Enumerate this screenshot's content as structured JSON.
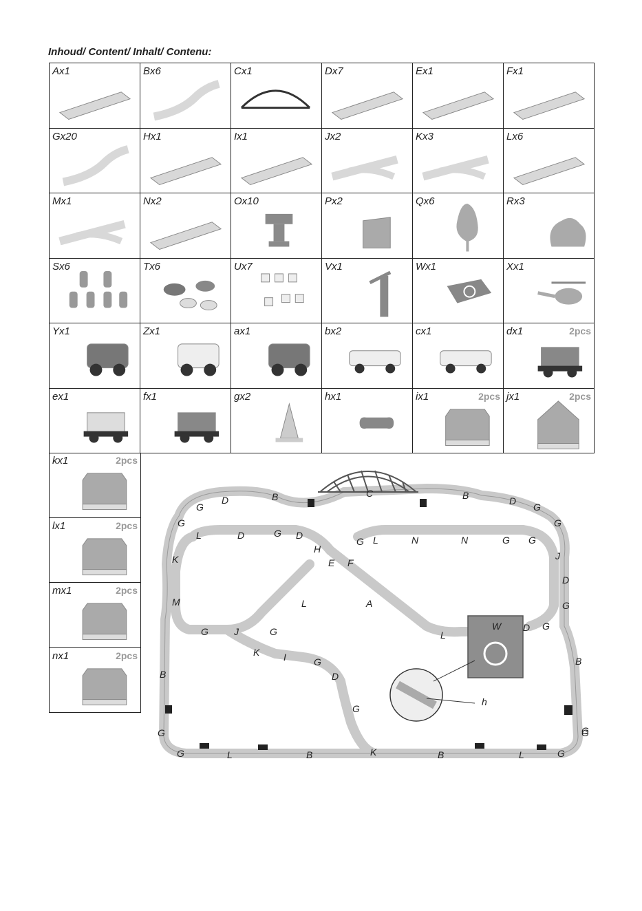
{
  "heading": "Inhoud/ Content/ Inhalt/ Contenu:",
  "parts": [
    {
      "label": "Ax1",
      "pcs": "",
      "icon": "straight-track-icon"
    },
    {
      "label": "Bx6",
      "pcs": "",
      "icon": "s-curve-track-icon"
    },
    {
      "label": "Cx1",
      "pcs": "",
      "icon": "bridge-icon"
    },
    {
      "label": "Dx7",
      "pcs": "",
      "icon": "short-track-icon"
    },
    {
      "label": "Ex1",
      "pcs": "",
      "icon": "adapter-track-icon"
    },
    {
      "label": "Fx1",
      "pcs": "",
      "icon": "adapter-track-icon"
    },
    {
      "label": "Gx20",
      "pcs": "",
      "icon": "curve-track-icon"
    },
    {
      "label": "Hx1",
      "pcs": "",
      "icon": "short-track-icon"
    },
    {
      "label": "Ix1",
      "pcs": "",
      "icon": "straight-track-icon"
    },
    {
      "label": "Jx2",
      "pcs": "",
      "icon": "switch-track-icon"
    },
    {
      "label": "Kx3",
      "pcs": "",
      "icon": "switch-track-icon"
    },
    {
      "label": "Lx6",
      "pcs": "",
      "icon": "long-track-icon"
    },
    {
      "label": "Mx1",
      "pcs": "",
      "icon": "switch-track-icon"
    },
    {
      "label": "Nx2",
      "pcs": "",
      "icon": "straight-track-icon"
    },
    {
      "label": "Ox10",
      "pcs": "",
      "icon": "pillar-icon"
    },
    {
      "label": "Px2",
      "pcs": "",
      "icon": "ramp-icon"
    },
    {
      "label": "Qx6",
      "pcs": "",
      "icon": "tree-icon"
    },
    {
      "label": "Rx3",
      "pcs": "",
      "icon": "bush-icon"
    },
    {
      "label": "Sx6",
      "pcs": "",
      "icon": "people-icon"
    },
    {
      "label": "Tx6",
      "pcs": "",
      "icon": "animals-icon"
    },
    {
      "label": "Ux7",
      "pcs": "",
      "icon": "road-signs-icon"
    },
    {
      "label": "Vx1",
      "pcs": "",
      "icon": "crane-icon"
    },
    {
      "label": "Wx1",
      "pcs": "",
      "icon": "helipad-icon"
    },
    {
      "label": "Xx1",
      "pcs": "",
      "icon": "helicopter-icon"
    },
    {
      "label": "Yx1",
      "pcs": "",
      "icon": "car-icon"
    },
    {
      "label": "Zx1",
      "pcs": "",
      "icon": "ambulance-icon"
    },
    {
      "label": "ax1",
      "pcs": "",
      "icon": "truck-icon"
    },
    {
      "label": "bx2",
      "pcs": "",
      "icon": "train-car-icon"
    },
    {
      "label": "cx1",
      "pcs": "",
      "icon": "train-car-icon"
    },
    {
      "label": "dx1",
      "pcs": "2pcs",
      "icon": "cargo-wagon-icon"
    },
    {
      "label": "ex1",
      "pcs": "",
      "icon": "wagon-icon"
    },
    {
      "label": "fx1",
      "pcs": "",
      "icon": "locomotive-icon"
    },
    {
      "label": "gx2",
      "pcs": "",
      "icon": "traffic-cone-icon"
    },
    {
      "label": "hx1",
      "pcs": "",
      "icon": "connector-icon"
    },
    {
      "label": "ix1",
      "pcs": "2pcs",
      "icon": "building-icon"
    },
    {
      "label": "jx1",
      "pcs": "2pcs",
      "icon": "house-icon"
    }
  ],
  "left_parts": [
    {
      "label": "kx1",
      "pcs": "2pcs",
      "icon": "building-icon"
    },
    {
      "label": "lx1",
      "pcs": "2pcs",
      "icon": "building-icon"
    },
    {
      "label": "mx1",
      "pcs": "2pcs",
      "icon": "building-icon"
    },
    {
      "label": "nx1",
      "pcs": "2pcs",
      "icon": "building-icon"
    }
  ],
  "track_labels": [
    "B",
    "C",
    "B",
    "D",
    "G",
    "G",
    "D",
    "G",
    "G",
    "L",
    "D",
    "G",
    "D",
    "H",
    "G",
    "L",
    "N",
    "N",
    "G",
    "G",
    "K",
    "E",
    "F",
    "J",
    "M",
    "L",
    "A",
    "D",
    "G",
    "J",
    "G",
    "K",
    "G",
    "L",
    "W",
    "D",
    "G",
    "I",
    "G",
    "D",
    "B",
    "G",
    "B",
    "G",
    "G",
    "G",
    "L",
    "B",
    "K",
    "B",
    "L",
    "G",
    "G",
    "h"
  ]
}
